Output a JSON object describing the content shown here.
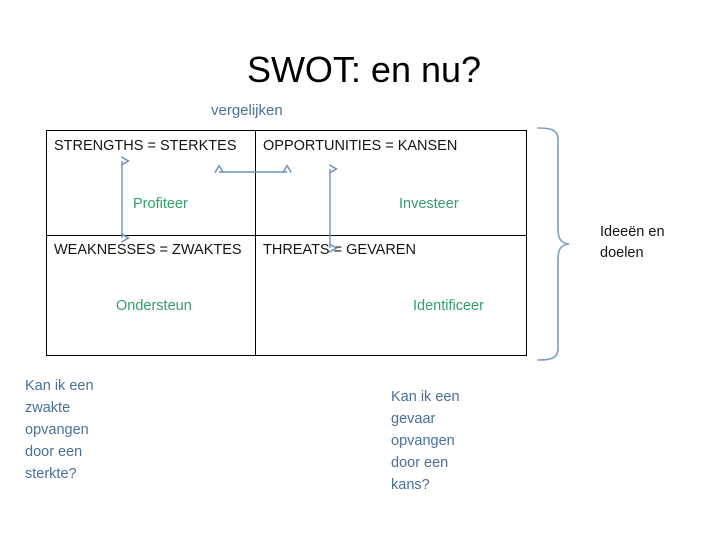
{
  "slide": {
    "title": "SWOT: en nu?",
    "subtitle": "vergelijken"
  },
  "matrix": {
    "quadrants": [
      {
        "id": "strengths",
        "label": "STRENGTHS = STERKTES",
        "action": "Profiteer"
      },
      {
        "id": "opportunities",
        "label": "OPPORTUNITIES = KANSEN",
        "action": "Investeer"
      },
      {
        "id": "weaknesses",
        "label": "WEAKNESSES = ZWAKTES",
        "action": "Ondersteun"
      },
      {
        "id": "threats",
        "label": "THREATS = GEVAREN",
        "action": "Identificeer"
      }
    ]
  },
  "brace": {
    "caption": "Ideeën en doelen"
  },
  "questions": [
    {
      "id": "left",
      "text": "Kan ik een zwakte opvangen door een sterkte?"
    },
    {
      "id": "right",
      "text": "Kan ik een gevaar opvangen door een kans?"
    }
  ],
  "colors": {
    "title": "#000000",
    "accent_blue": "#4A7099",
    "accent_green": "#33A06A",
    "arrow": "#6E93B8",
    "border": "#000000",
    "background": "#FFFFFF"
  }
}
